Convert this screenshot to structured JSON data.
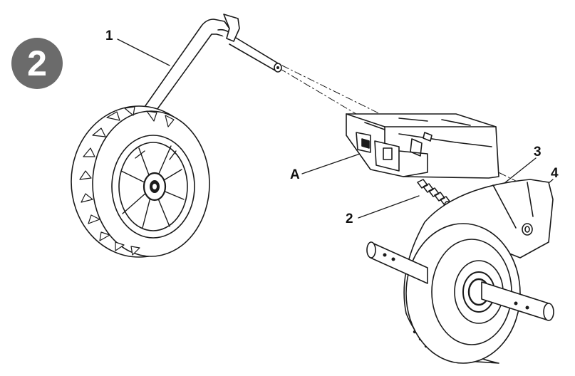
{
  "step": {
    "number": "2",
    "badge_color": "#6b6b6b"
  },
  "callouts": {
    "part_1": "1",
    "part_a": "A",
    "part_2": "2",
    "part_3": "3",
    "part_4": "4"
  },
  "colors": {
    "line": "#1a1a1a",
    "fill": "#ffffff",
    "tread": "#ececec"
  }
}
